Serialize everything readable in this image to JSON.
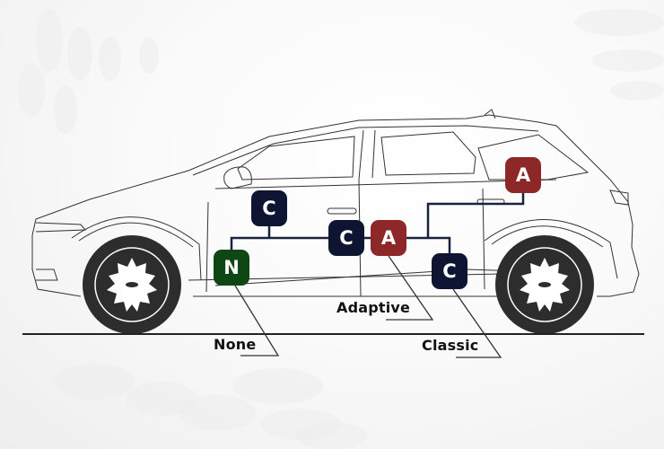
{
  "diagram": {
    "subject": "car-side-view",
    "colors": {
      "classic": "#0d1533",
      "adaptive": "#8e2828",
      "none": "#0e4614",
      "connector": "#1a2240",
      "outline": "#333333",
      "tire": "#2d2d2d"
    },
    "nodes": [
      {
        "id": "c-top",
        "letter": "C",
        "type": "classic"
      },
      {
        "id": "n",
        "letter": "N",
        "type": "none"
      },
      {
        "id": "c-mid",
        "letter": "C",
        "type": "classic"
      },
      {
        "id": "a-mid",
        "letter": "A",
        "type": "adaptive"
      },
      {
        "id": "c-right",
        "letter": "C",
        "type": "classic"
      },
      {
        "id": "a-top-right",
        "letter": "A",
        "type": "adaptive"
      }
    ],
    "labels": {
      "adaptive": "Adaptive",
      "none": "None",
      "classic": "Classic"
    }
  }
}
